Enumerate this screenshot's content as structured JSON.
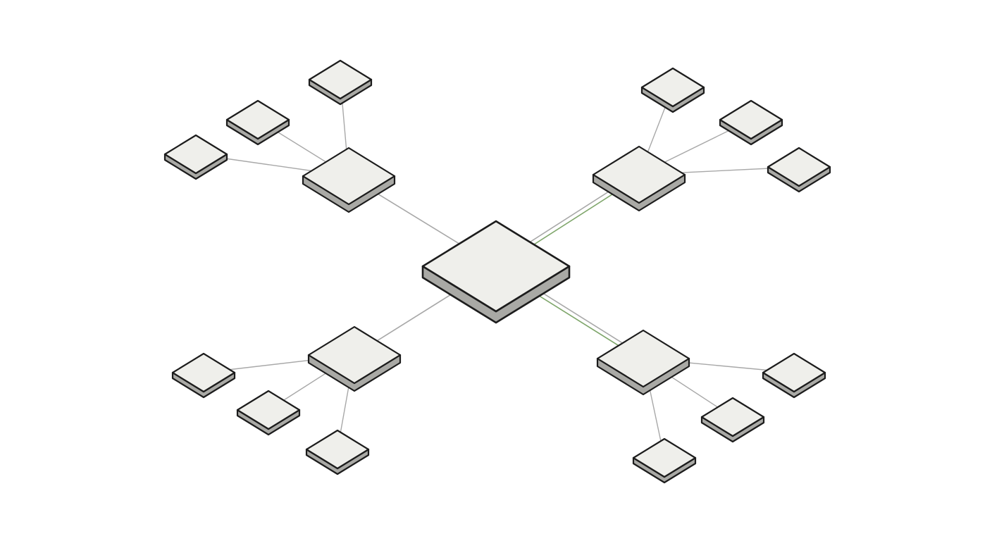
{
  "diagram": {
    "type": "isometric-hub-tree",
    "colors": {
      "background": "#ffffff",
      "node_top": "#efefeb",
      "node_side": "#a9a9a5",
      "node_outline": "#1c1c1c",
      "connector": "#a8a8a8",
      "accent_connector": "#7fa66b"
    },
    "hub": {
      "id": "hub"
    },
    "groups": [
      {
        "id": "nw",
        "children": [
          "nw-1",
          "nw-2",
          "nw-3"
        ]
      },
      {
        "id": "ne",
        "children": [
          "ne-1",
          "ne-2",
          "ne-3"
        ]
      },
      {
        "id": "sw",
        "children": [
          "sw-1",
          "sw-2",
          "sw-3"
        ]
      },
      {
        "id": "se",
        "children": [
          "se-1",
          "se-2",
          "se-3"
        ]
      }
    ],
    "accent_links": [
      "ne",
      "se"
    ]
  }
}
